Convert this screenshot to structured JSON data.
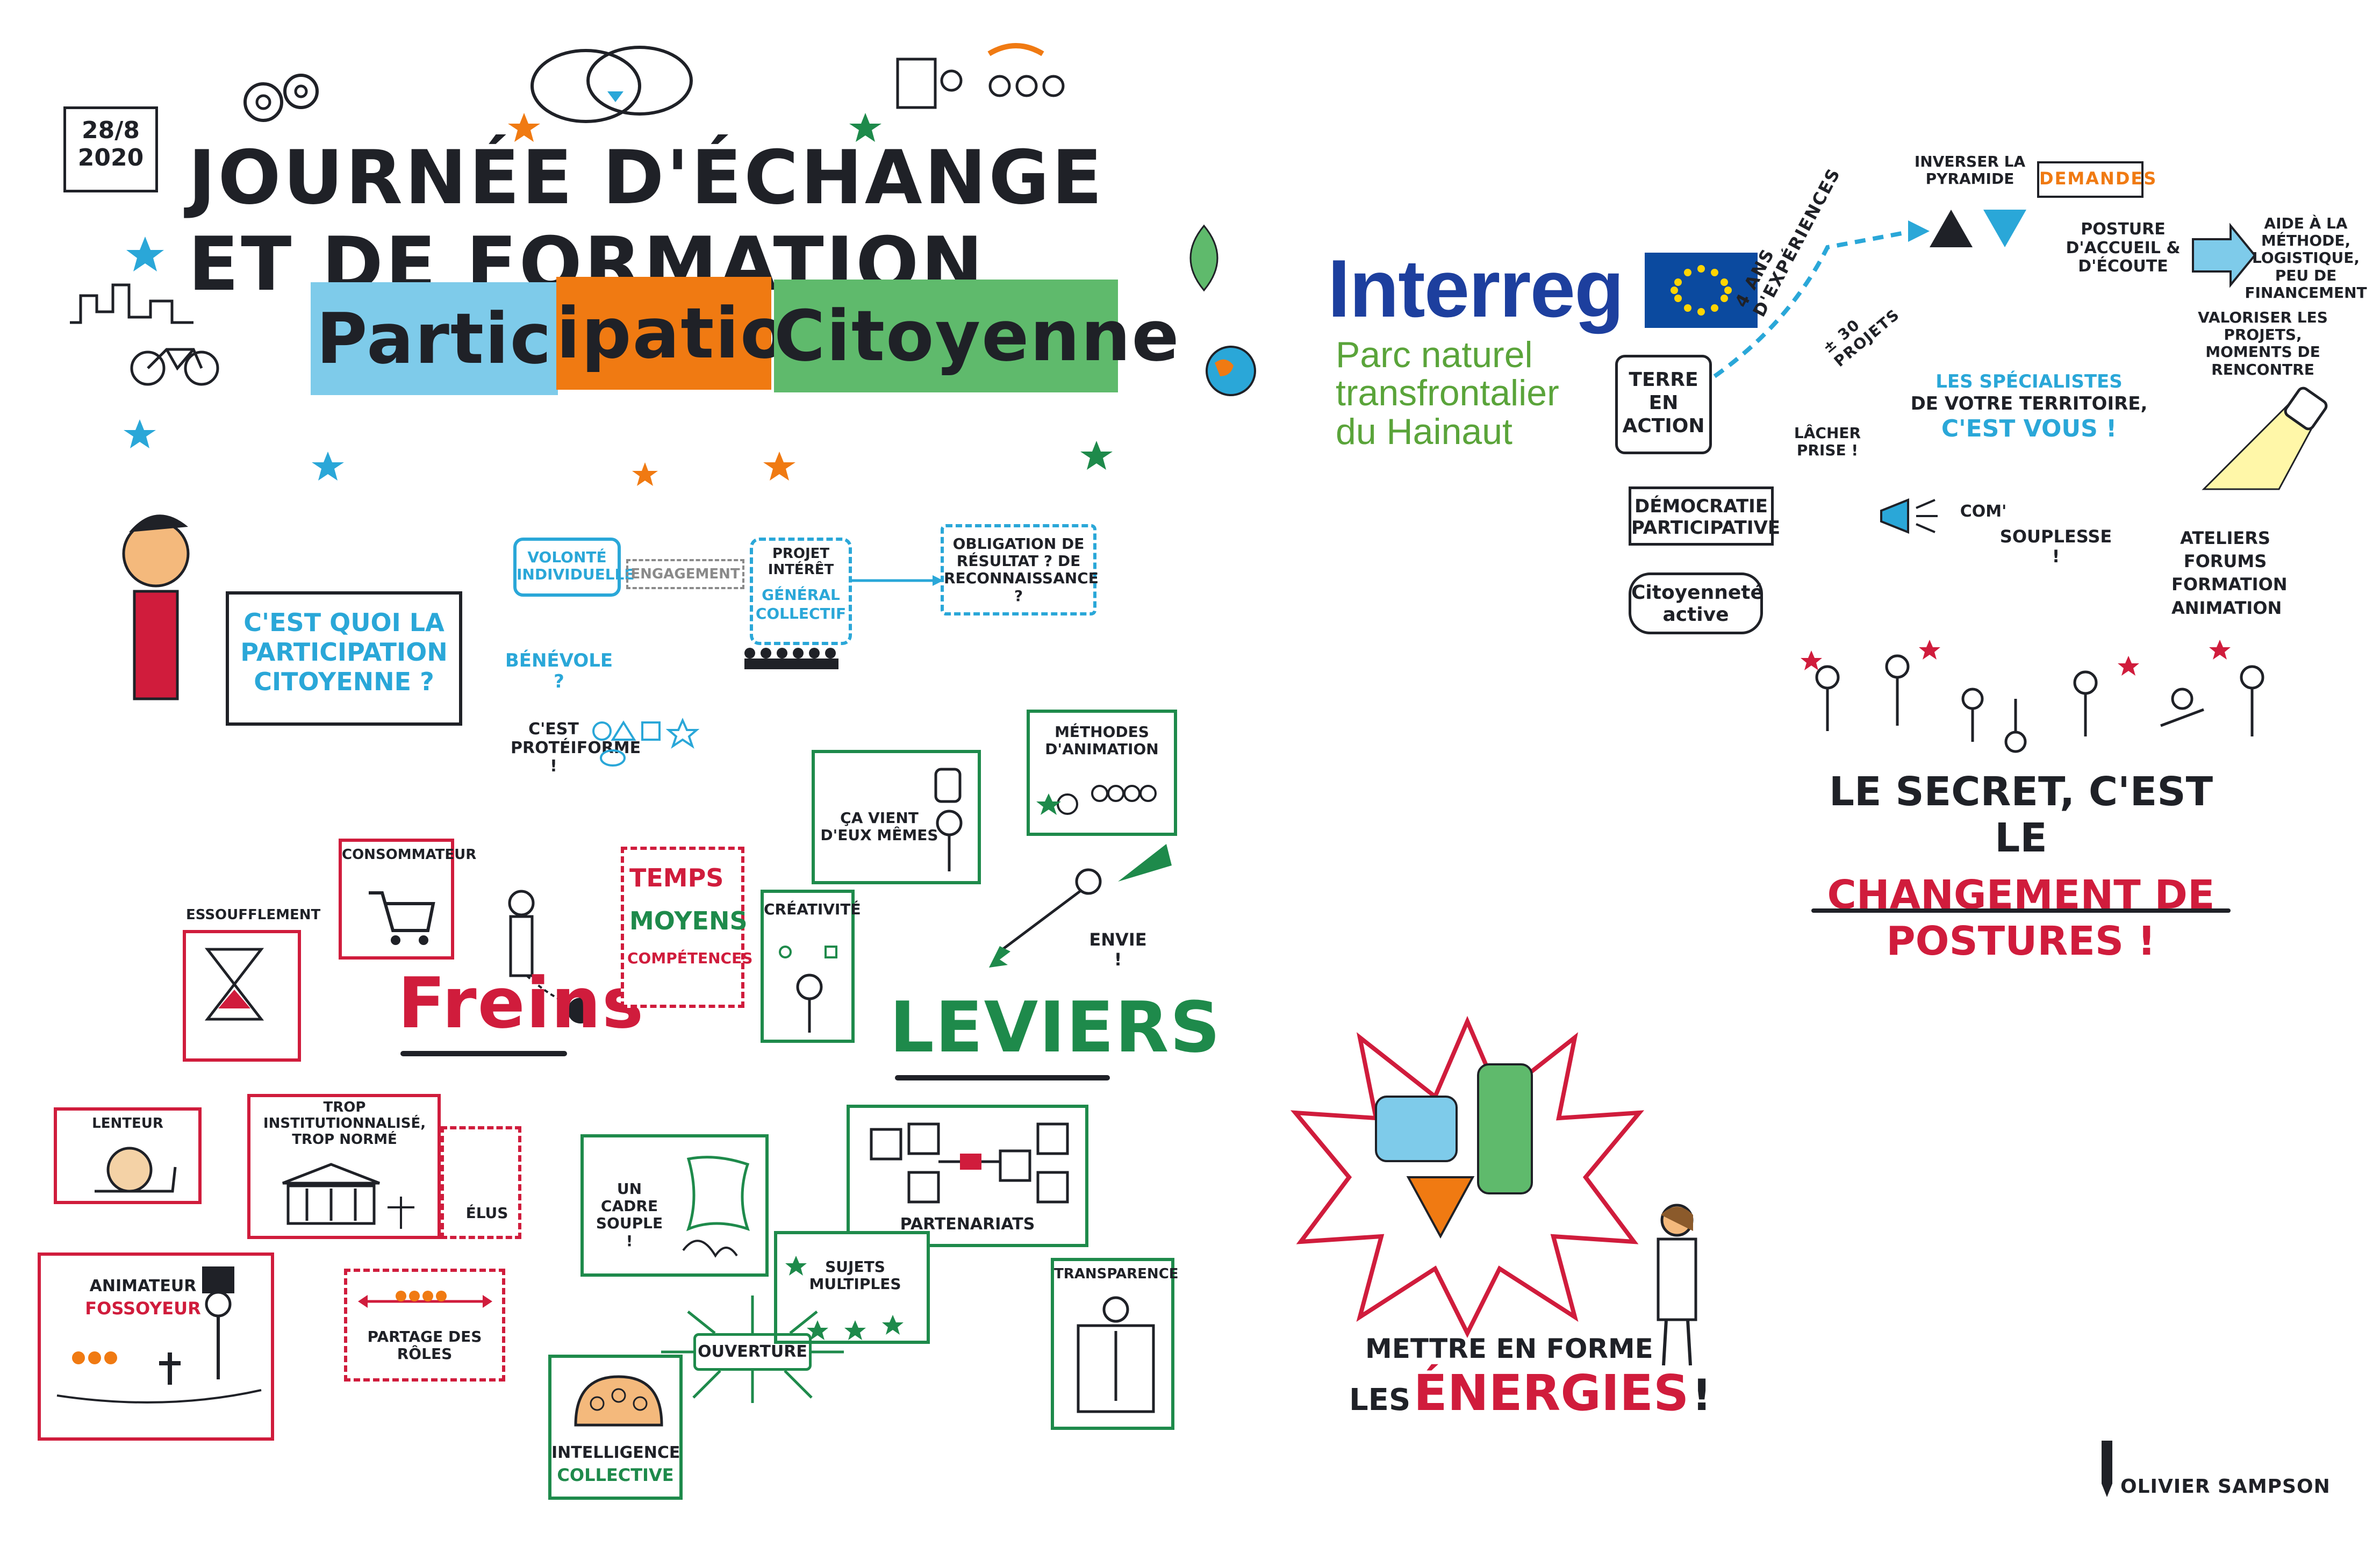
{
  "colors": {
    "red": "#d01c3c",
    "green": "#1e8a4b",
    "blue": "#2aa7d8",
    "orange": "#f07a12",
    "ink": "#1f2127",
    "interreg_blue": "#1d3f9e",
    "interreg_green": "#5aa43a",
    "eu_blue": "#0b4a9f",
    "eu_yellow": "#ffd400"
  },
  "header": {
    "date_line1": "28/8",
    "date_line2": "2020",
    "title": "Journée d'échange et de formation",
    "banner": [
      "Partic",
      "ipation",
      "Citoyenne"
    ]
  },
  "interreg": {
    "logo": "Interreg",
    "sub1": "Parc naturel",
    "sub2": "transfrontalier",
    "sub3": "du Hainaut",
    "terre": [
      "Terre",
      "en",
      "Action"
    ],
    "arrow_text": "4 ans d'expériences",
    "projets": "± 30 projets"
  },
  "right_notes": {
    "inverser": "Inverser la pyramide",
    "demandes": "Demandes",
    "posture": "Posture d'accueil & d'écoute",
    "aide": "Aide à la méthode, logistique, peu de financement",
    "valoriser": "Valoriser les projets, moments de rencontre",
    "specialistes1": "Les spécialistes",
    "specialistes2": "de votre territoire,",
    "specialistes3": "c'est vous !",
    "lacher": "Lâcher prise !",
    "com": "Com'",
    "souplesse": "Souplesse !",
    "ateliers": [
      "Ateliers",
      "forums",
      "formation",
      "animation"
    ],
    "democratie": "Démocratie participative",
    "citoyennete": "Citoyenneté active"
  },
  "secret": {
    "line1": "Le secret, c'est le",
    "line2": "changement de postures !"
  },
  "question": {
    "text": "C'est quoi la participation citoyenne ?",
    "proteiforme": "C'est protéiforme !"
  },
  "flow": {
    "volonte": "Volonté individuelle",
    "engagement": "Engagement",
    "projet": "Projet intérêt",
    "general": "général",
    "collectif": "collectif",
    "obligation": "Obligation de résultat ? de reconnaissance ?",
    "benevole": "Bénévole ?"
  },
  "freins": {
    "title": "Freins",
    "essoufflement": "Essoufflement",
    "consommateur": "Consommateur",
    "lenteur": "Lenteur",
    "institution": "Trop institutionnalisé, trop normé",
    "elus": "Élus",
    "animateur1": "Animateur",
    "animateur2": "fossoyeur",
    "partage": "Partage des rôles"
  },
  "middle": {
    "temps": "Temps",
    "moyens": "Moyens",
    "competences": "Compétences",
    "creativite": "Créativité",
    "ca_vient": "Ça vient d'eux mêmes",
    "methodes": "Méthodes d'animation",
    "envie": "Envie !"
  },
  "leviers": {
    "title": "Leviers",
    "cadre": "Un cadre souple !",
    "partenariats": "Partenariats",
    "sujets": "Sujets multiples",
    "transparence": "Transparence",
    "ouverture": "Ouverture",
    "intelligence1": "Intelligence",
    "intelligence2": "collective"
  },
  "energies": {
    "line1": "Mettre en forme",
    "line2a": "les",
    "line2b": "énergies",
    "line2c": "!"
  },
  "signature": "Olivier Sampson"
}
